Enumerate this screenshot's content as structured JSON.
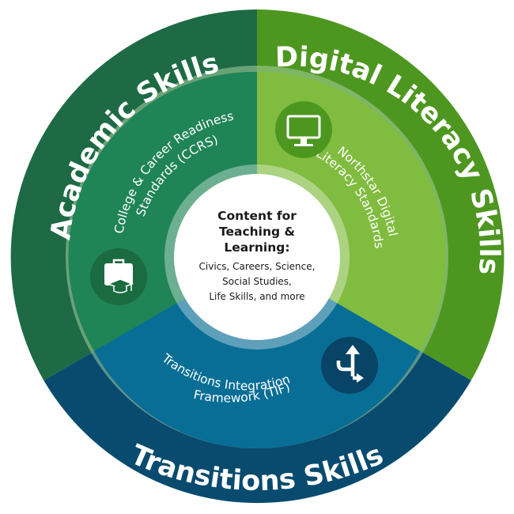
{
  "colors": {
    "academic_outer": "#1d6a45",
    "digital_outer": "#4d9720",
    "transitions_outer": "#084b6e",
    "academic_inner": "#1f8456",
    "digital_inner": "#80bc3f",
    "transitions_inner": "#086e96",
    "center_fill": "#ffffff",
    "icon_green": "#1a6b40",
    "icon_light_green": "#4d9720",
    "icon_blue": "#074466"
  },
  "outer_ring": {
    "academic": "Academic Skills",
    "digital": "Digital Literacy Skills",
    "transitions": "Transitions Skills"
  },
  "inner_ring": {
    "ccrs_line1": "College & Career Readiness",
    "ccrs_line2": "Standards (CCRS)",
    "northstar_line1": "Northstar Digital",
    "northstar_line2": "Literacy Standards",
    "tif_line1": "Transitions Integration",
    "tif_line2": "Framework (TIF)"
  },
  "center": {
    "title_line1": "Content for",
    "title_line2": "Teaching &",
    "title_line3": "Learning:",
    "body_line1": "Civics, Careers, Science,",
    "body_line2": "Social Studies,",
    "body_line3": "Life Skills, and more"
  },
  "icons": {
    "academic": "briefcase-graduation-cap-icon",
    "digital": "computer-monitor-icon",
    "transitions": "turn-arrows-icon"
  }
}
